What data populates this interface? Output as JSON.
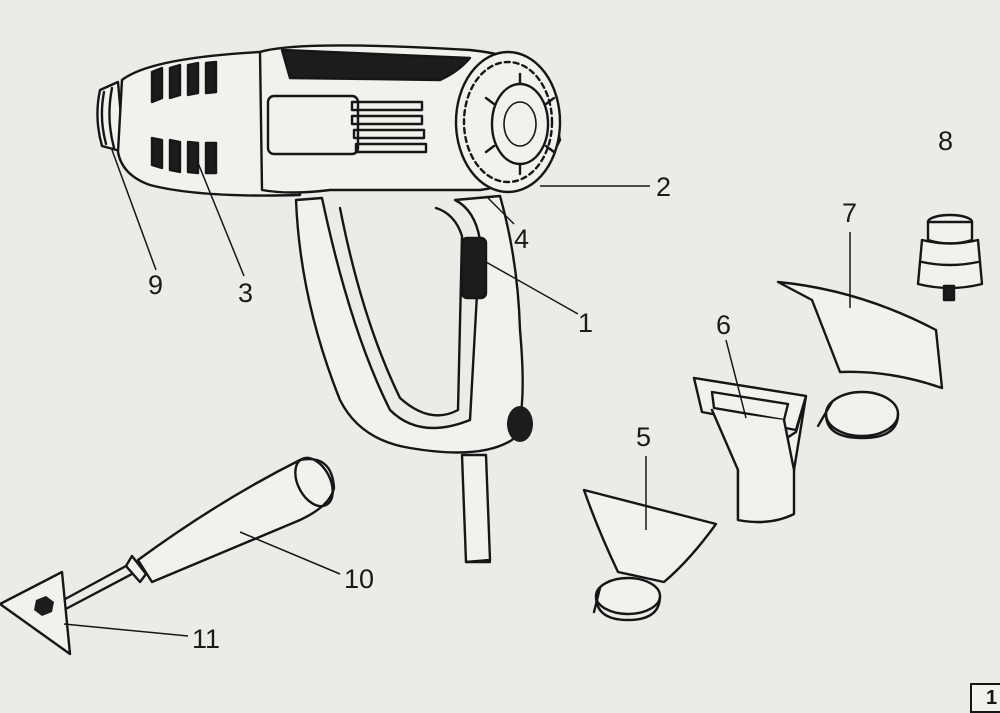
{
  "callouts": [
    {
      "id": "1",
      "label": "1"
    },
    {
      "id": "2",
      "label": "2"
    },
    {
      "id": "3",
      "label": "3"
    },
    {
      "id": "4",
      "label": "4"
    },
    {
      "id": "5",
      "label": "5"
    },
    {
      "id": "6",
      "label": "6"
    },
    {
      "id": "7",
      "label": "7"
    },
    {
      "id": "8",
      "label": "8"
    },
    {
      "id": "9",
      "label": "9"
    },
    {
      "id": "10",
      "label": "10"
    },
    {
      "id": "11",
      "label": "11"
    }
  ],
  "page_number": "1"
}
